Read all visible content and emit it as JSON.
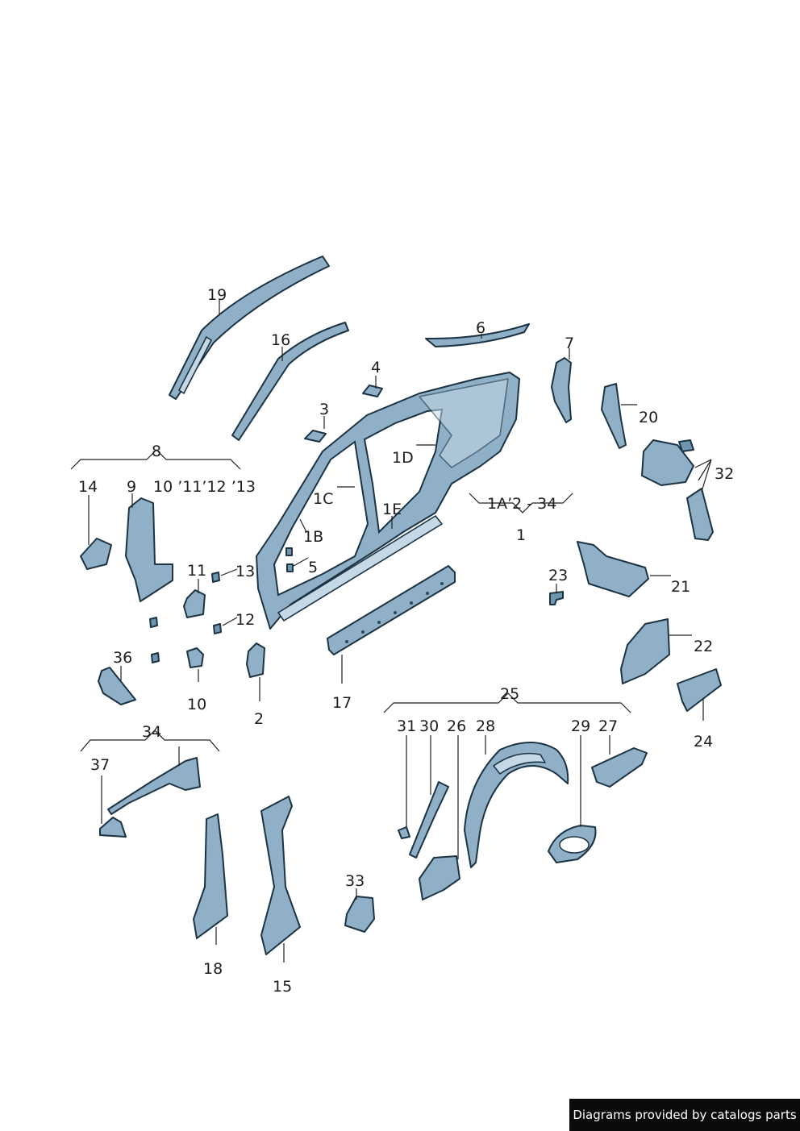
{
  "labels": {
    "l19": "19",
    "l16": "16",
    "l4": "4",
    "l3": "3",
    "l6": "6",
    "l7": "7",
    "l20": "20",
    "l32": "32",
    "l8": "8",
    "l14": "14",
    "l9": "9",
    "l10_13": "10 ’11’12 ’13",
    "l1D": "1D",
    "l1C": "1C",
    "l1E": "1E",
    "l1B": "1B",
    "l1A": "1A’2 - 34",
    "l1": "1",
    "l5": "5",
    "l13": "13",
    "l11": "11",
    "l12": "12",
    "l23": "23",
    "l21": "21",
    "l22": "22",
    "l36": "36",
    "l10": "10",
    "l2": "2",
    "l17": "17",
    "l25": "25",
    "l24": "24",
    "l34": "34",
    "l37": "37",
    "l31": "31",
    "l30": "30",
    "l26": "26",
    "l28": "28",
    "l29": "29",
    "l27": "27",
    "l33": "33",
    "l18": "18",
    "l15": "15"
  },
  "watermark": "Diagrams provided by catalogs parts"
}
